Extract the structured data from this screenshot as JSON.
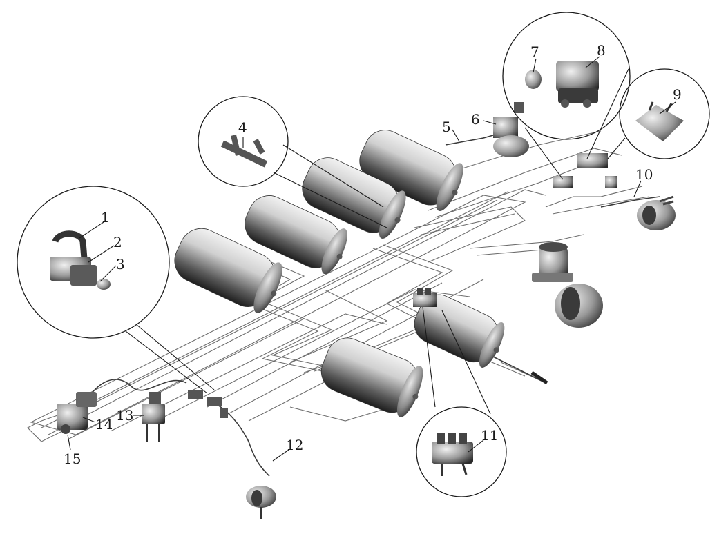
{
  "callouts": [
    {
      "id": "1",
      "label": "1"
    },
    {
      "id": "2",
      "label": "2"
    },
    {
      "id": "3",
      "label": "3"
    },
    {
      "id": "4",
      "label": "4"
    },
    {
      "id": "5",
      "label": "5"
    },
    {
      "id": "6",
      "label": "6"
    },
    {
      "id": "7",
      "label": "7"
    },
    {
      "id": "8",
      "label": "8"
    },
    {
      "id": "9",
      "label": "9"
    },
    {
      "id": "10",
      "label": "10"
    },
    {
      "id": "11",
      "label": "11"
    },
    {
      "id": "12",
      "label": "12"
    },
    {
      "id": "13",
      "label": "13"
    },
    {
      "id": "14",
      "label": "14"
    },
    {
      "id": "15",
      "label": "15"
    }
  ],
  "colors": {
    "tank_light": "#e8e8e8",
    "tank_dark": "#2e2e2e",
    "line": "#1a1a1a",
    "pipe": "#6d6d6d"
  }
}
